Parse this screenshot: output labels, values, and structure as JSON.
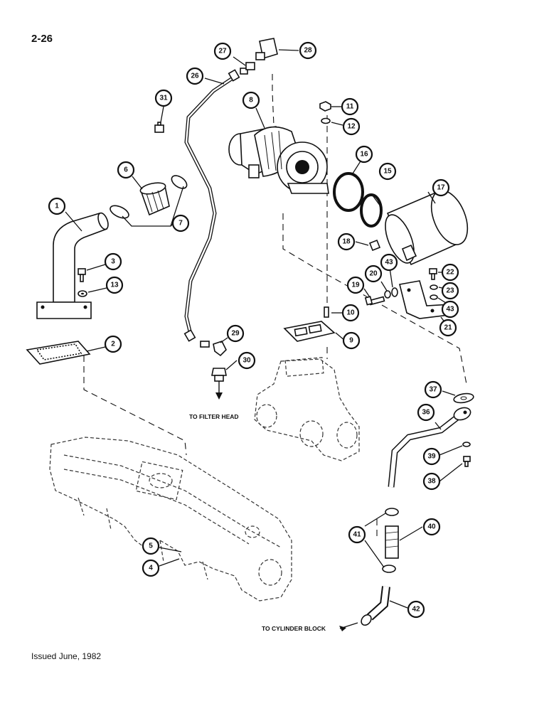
{
  "page": {
    "number": "2-26",
    "issued": "Issued June, 1982"
  },
  "destinations": {
    "filter_head": "TO FILTER HEAD",
    "cylinder_block": "TO CYLINDER BLOCK"
  },
  "callouts": {
    "c1": "1",
    "c2": "2",
    "c3": "3",
    "c4": "4",
    "c5": "5",
    "c6": "6",
    "c7": "7",
    "c8": "8",
    "c9": "9",
    "c10": "10",
    "c11": "11",
    "c12": "12",
    "c13": "13",
    "c15": "15",
    "c16": "16",
    "c17": "17",
    "c18": "18",
    "c19": "19",
    "c20": "20",
    "c21": "21",
    "c22": "22",
    "c23": "23",
    "c26": "26",
    "c27": "27",
    "c28": "28",
    "c29": "29",
    "c30": "30",
    "c31": "31",
    "c36": "36",
    "c37": "37",
    "c38": "38",
    "c39": "39",
    "c40": "40",
    "c41": "41",
    "c42": "42",
    "c43a": "43",
    "c43b": "43"
  }
}
